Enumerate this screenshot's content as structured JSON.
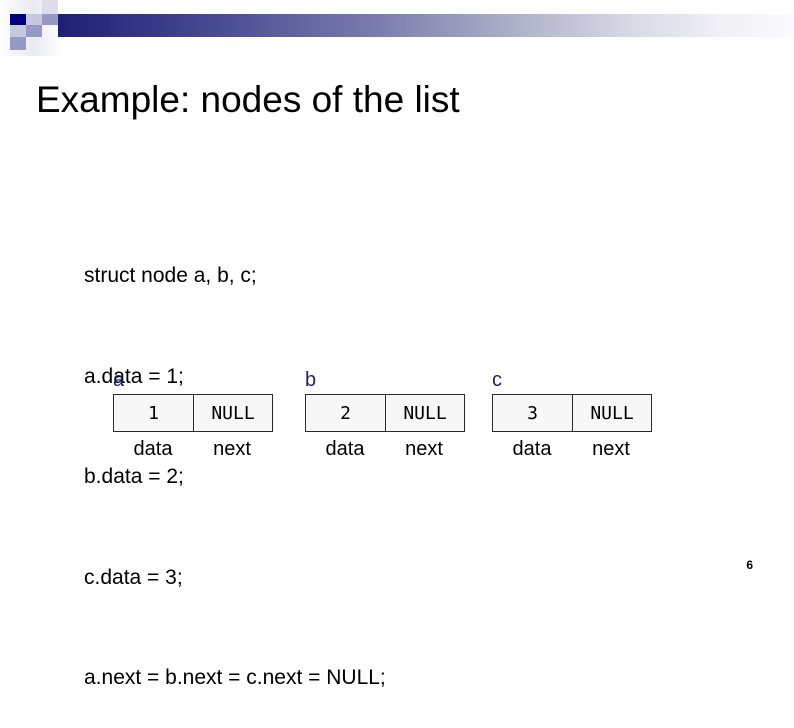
{
  "slide": {
    "title": "Example: nodes of the list",
    "page_number": "6"
  },
  "theme": {
    "accent_dark": "#000080",
    "accent_mid": "#9699c6",
    "accent_light": "#c6c8df",
    "bar_gradient_start": "#1e1f74",
    "bar_gradient_end": "#fbfbfd",
    "label_color": "#1f1f7a",
    "box_fill": "#f7f7f7",
    "box_border": "#2b2b2b"
  },
  "code": {
    "lines": [
      "struct node a, b, c;",
      "a.data = 1;",
      "b.data = 2;",
      "c.data = 3;",
      "a.next = b.next = c.next = NULL;"
    ]
  },
  "diagram": {
    "caption_data": "data",
    "caption_next": "next",
    "nodes": [
      {
        "label": "a",
        "data": "1",
        "next": "NULL"
      },
      {
        "label": "b",
        "data": "2",
        "next": "NULL"
      },
      {
        "label": "c",
        "data": "3",
        "next": "NULL"
      }
    ]
  }
}
